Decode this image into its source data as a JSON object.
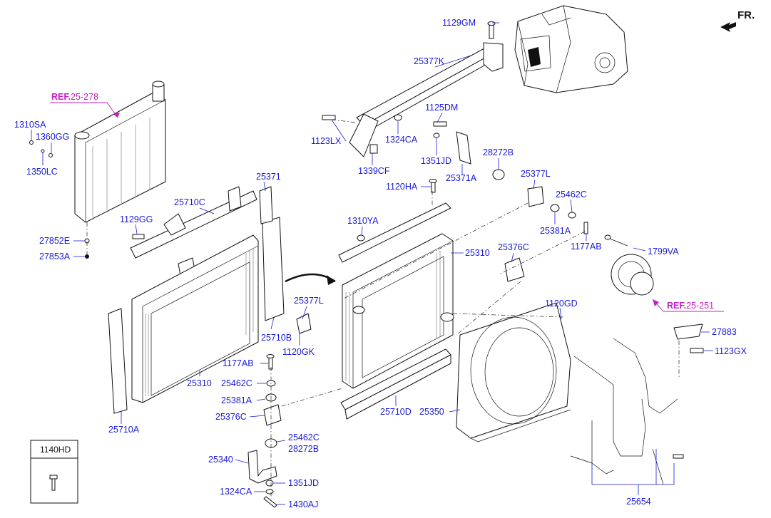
{
  "front_marker": {
    "label": "FR.",
    "icon": "front-arrow-icon"
  },
  "legend_box": {
    "code": "1140HD",
    "icon": "bolt-icon"
  },
  "references": [
    {
      "prefix": "REF.",
      "code": "25-278"
    },
    {
      "prefix": "REF.",
      "code": "25-251"
    }
  ],
  "parts": [
    "1129GM",
    "25377K",
    "1125DM",
    "1123LX",
    "1324CA",
    "1351JD",
    "28272B",
    "1339CF",
    "25371A",
    "25377L",
    "1120HA",
    "25462C",
    "25381A",
    "1177AB",
    "1310YA",
    "25310",
    "25376C",
    "1799VA",
    "1310SA",
    "1360GG",
    "1350LC",
    "25371",
    "25710C",
    "1129GG",
    "27852E",
    "27853A",
    "25377L",
    "25710B",
    "1120GK",
    "1120GD",
    "27883",
    "1123GX",
    "1177AB",
    "25462C",
    "25381A",
    "25376C",
    "25310",
    "25710A",
    "25710D",
    "25350",
    "25462C",
    "28272B",
    "25340",
    "1351JD",
    "1324CA",
    "1430AJ",
    "25654"
  ],
  "colors": {
    "label": "#1a1ad9",
    "reference": "#c020c0",
    "linework": "#111111"
  }
}
